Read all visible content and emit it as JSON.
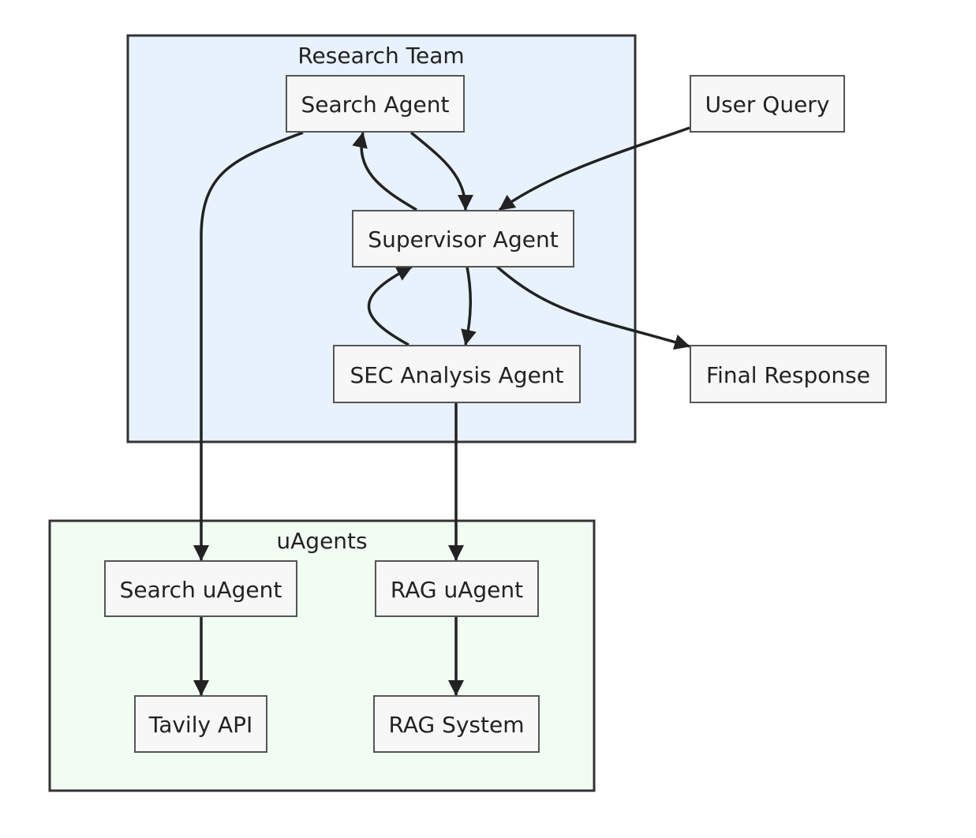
{
  "colors": {
    "research_fill": "#e8f2fd",
    "uagents_fill": "#f1fcf2",
    "cluster_stroke": "#333333",
    "node_fill": "#f7f7f7",
    "node_stroke": "#555555",
    "edge": "#222222"
  },
  "clusters": {
    "research": {
      "label": "Research Team"
    },
    "uagents": {
      "label": "uAgents"
    }
  },
  "nodes": {
    "search_agent": "Search Agent",
    "user_query": "User Query",
    "supervisor_agent": "Supervisor Agent",
    "sec_analysis_agent": "SEC Analysis Agent",
    "final_response": "Final Response",
    "search_uagent": "Search uAgent",
    "rag_uagent": "RAG uAgent",
    "tavily_api": "Tavily API",
    "rag_system": "RAG System"
  },
  "edges": [
    {
      "from": "user_query",
      "to": "supervisor_agent"
    },
    {
      "from": "supervisor_agent",
      "to": "search_agent"
    },
    {
      "from": "search_agent",
      "to": "supervisor_agent"
    },
    {
      "from": "supervisor_agent",
      "to": "sec_analysis_agent"
    },
    {
      "from": "sec_analysis_agent",
      "to": "supervisor_agent"
    },
    {
      "from": "supervisor_agent",
      "to": "final_response"
    },
    {
      "from": "search_agent",
      "to": "search_uagent"
    },
    {
      "from": "sec_analysis_agent",
      "to": "rag_uagent"
    },
    {
      "from": "search_uagent",
      "to": "tavily_api"
    },
    {
      "from": "rag_uagent",
      "to": "rag_system"
    }
  ]
}
